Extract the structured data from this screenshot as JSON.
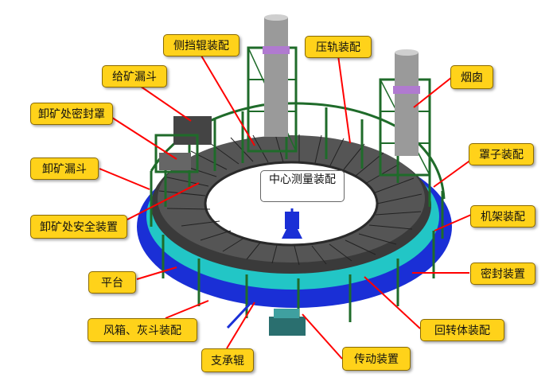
{
  "labels": {
    "side_roller": "侧挡辊装配",
    "press_rail": "压轨装配",
    "chimney": "烟囱",
    "feed_hopper": "给矿漏斗",
    "discharge_hood": "卸矿处密封罩",
    "hood_assembly": "罩子装配",
    "discharge_hopper": "卸矿漏斗",
    "frame_assembly": "机架装配",
    "discharge_safety": "卸矿处安全装置",
    "platform": "平台",
    "seal_device": "密封装置",
    "fan_hopper": "风箱、灰斗装配",
    "rotor_assembly": "回转体装配",
    "support_roller": "支承辊",
    "drive_device": "传动装置",
    "center_measure": "中心测量装配"
  },
  "colors": {
    "callout_fill": "#ffd21a",
    "leader_line": "#ff0000",
    "frame_steel": "#1f6b2a",
    "blue_body": "#1a2fd6",
    "trolley_dark": "#333333",
    "cyan_band": "#22c6c6"
  }
}
